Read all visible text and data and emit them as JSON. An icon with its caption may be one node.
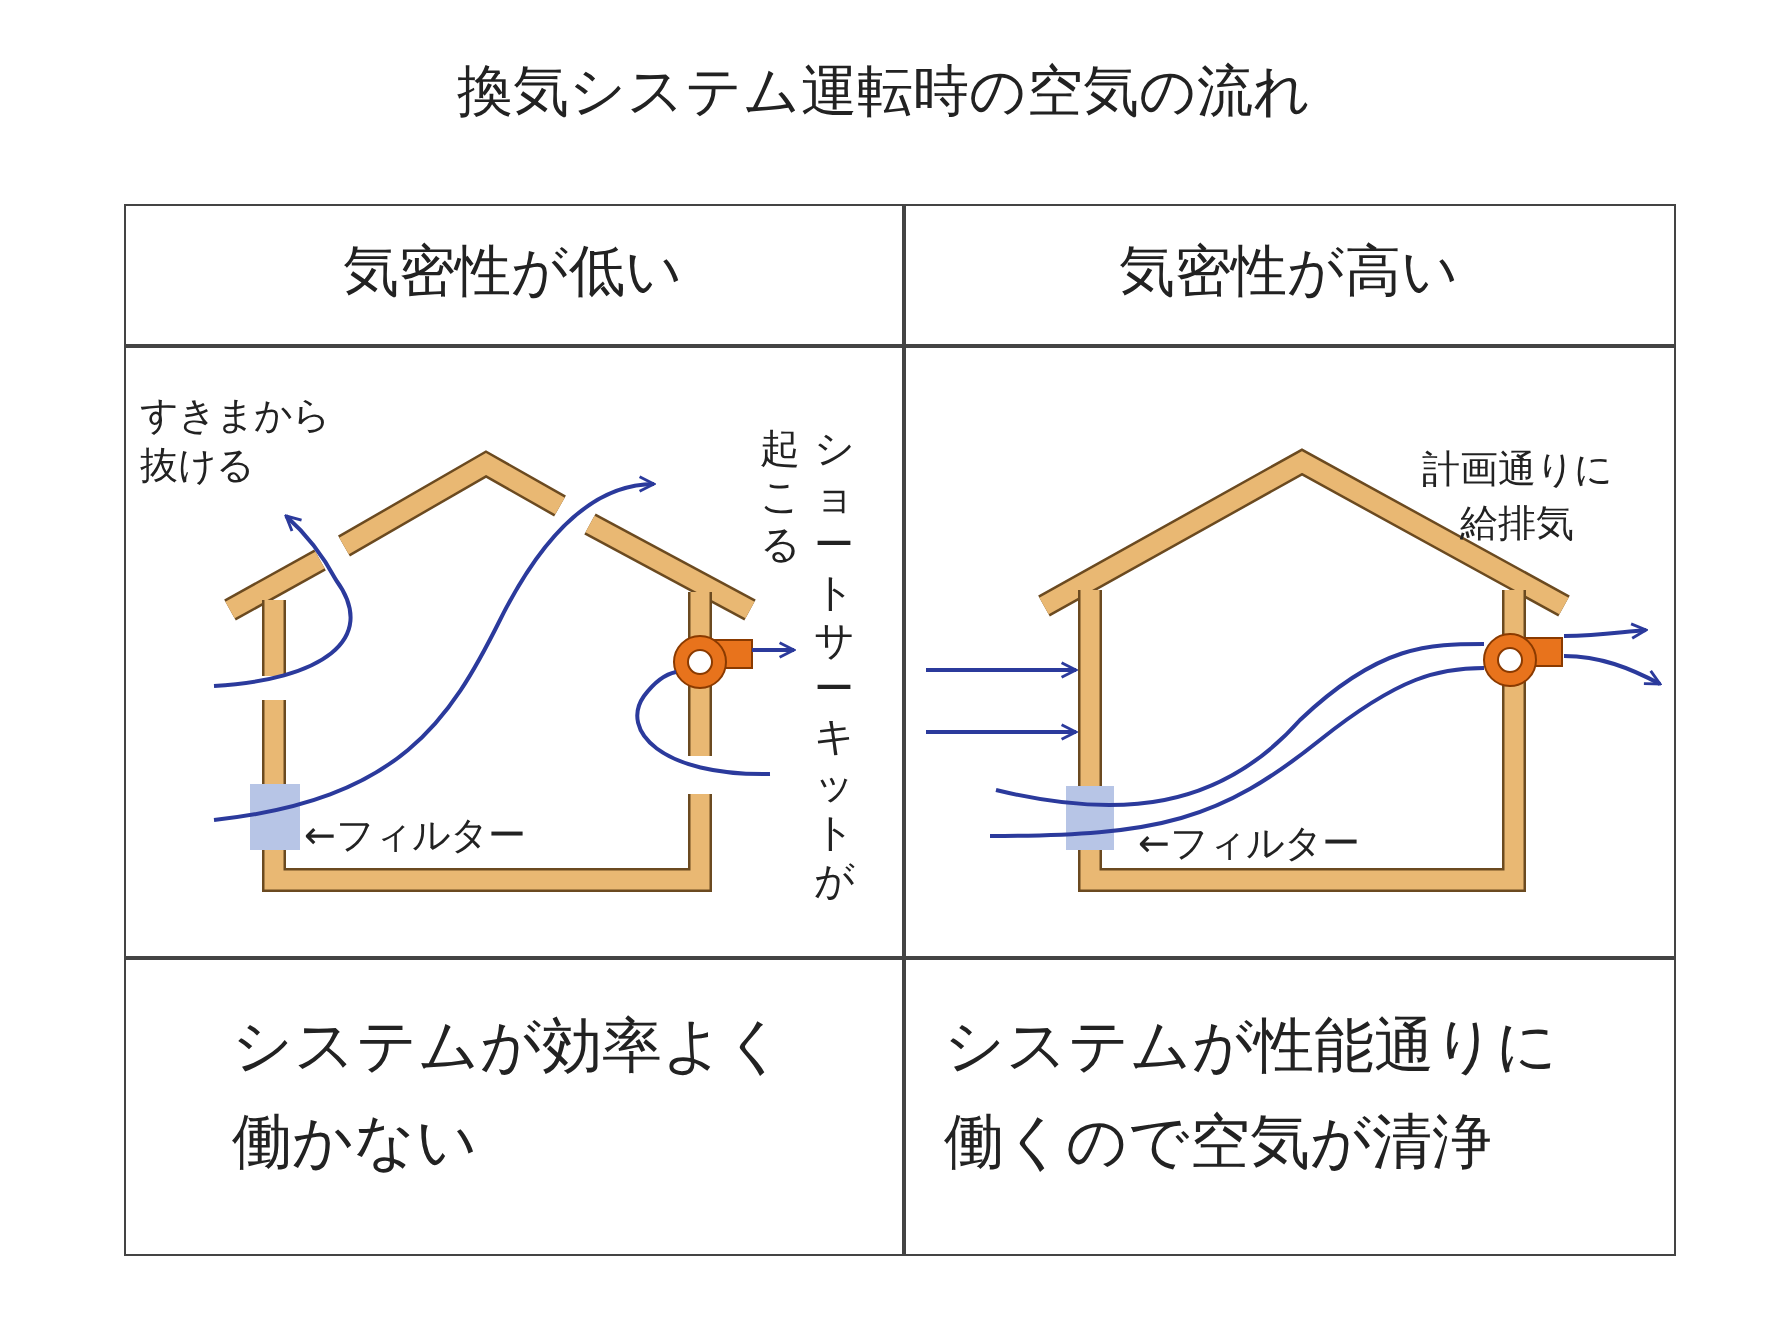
{
  "diagram": {
    "title": "換気システム運転時の空気の流れ",
    "labels": [
      "気密性が低い",
      "気密性が高い",
      "すきまから抜ける",
      "ショートサーキットが",
      "起こる",
      "計画通りに給排気",
      "←フィルター",
      "←フィルター",
      "システムが効率よく働かない",
      "システムが性能通りに働くので空気が清浄"
    ]
  }
}
